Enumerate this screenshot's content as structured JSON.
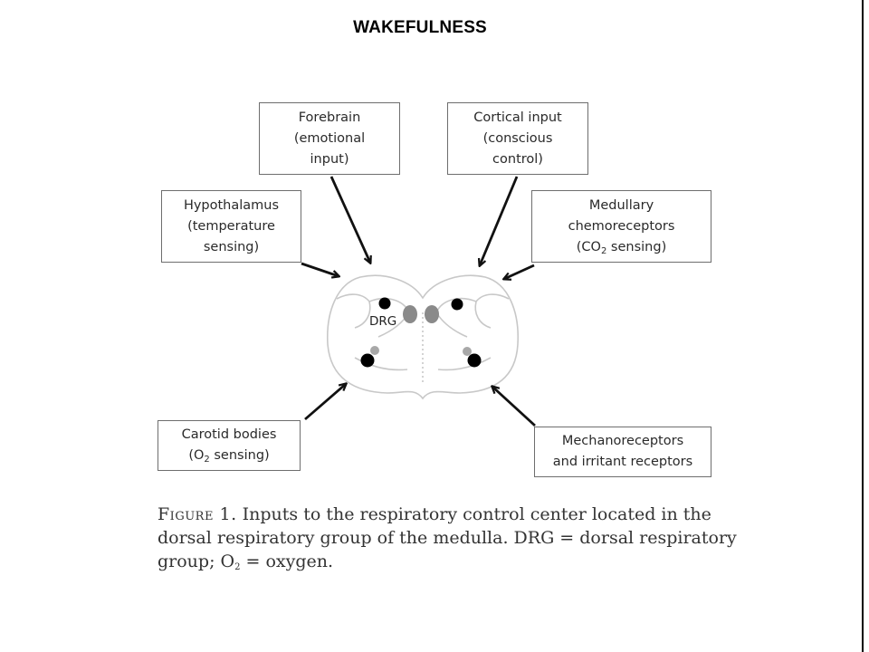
{
  "title": "WAKEFULNESS",
  "boxes": {
    "forebrain": {
      "lines": [
        "Forebrain",
        "(emotional",
        "input)"
      ]
    },
    "cortical": {
      "lines": [
        "Cortical input",
        "(conscious",
        "control)"
      ]
    },
    "hypothalamus": {
      "lines": [
        "Hypothalamus",
        "(temperature",
        "sensing)"
      ]
    },
    "medullary": {
      "line1": "Medullary",
      "line2": "chemoreceptors",
      "line3_pre": "(CO",
      "line3_sub": "2",
      "line3_post": " sensing)"
    },
    "carotid": {
      "line1": "Carotid bodies",
      "line2_pre": "(O",
      "line2_sub": "2",
      "line2_post": " sensing)"
    },
    "mechano": {
      "lines": [
        "Mechanoreceptors",
        "and irritant receptors"
      ]
    }
  },
  "medulla": {
    "drg_label": "DRG"
  },
  "caption": {
    "label": "Figure 1.",
    "line1": " Inputs to the respiratory control center located in the",
    "line2": "dorsal respiratory group of the medulla. DRG = dorsal respiratory",
    "line3_pre": "group; O",
    "line3_sub": "2",
    "line3_post": " = oxygen."
  }
}
